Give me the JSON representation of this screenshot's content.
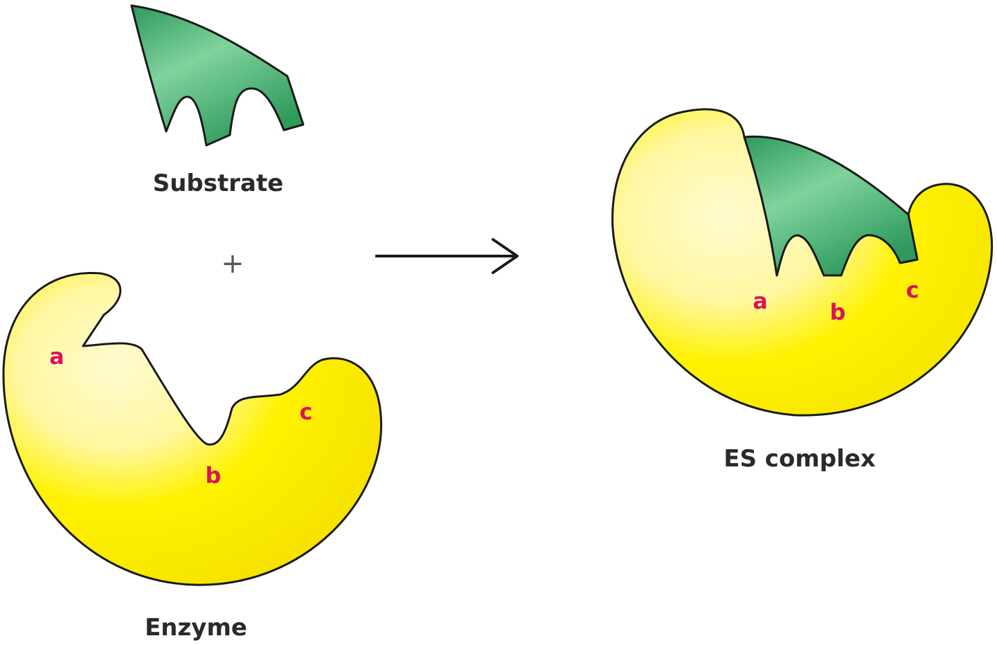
{
  "labels": {
    "substrate": "Substrate",
    "enzyme": "Enzyme",
    "complex": "ES complex",
    "plus": "+"
  },
  "binding_sites": {
    "enzyme": [
      "a",
      "b",
      "c"
    ],
    "complex": [
      "a",
      "b",
      "c"
    ]
  },
  "colors": {
    "enzyme_fill": "#fff200",
    "enzyme_highlight": "#fffbd0",
    "substrate_fill": "#2e9a5c",
    "substrate_highlight": "#7fd39c",
    "outline": "#1a1a1a",
    "site_label": "#d8145a",
    "arrow": "#1a1a1a"
  }
}
